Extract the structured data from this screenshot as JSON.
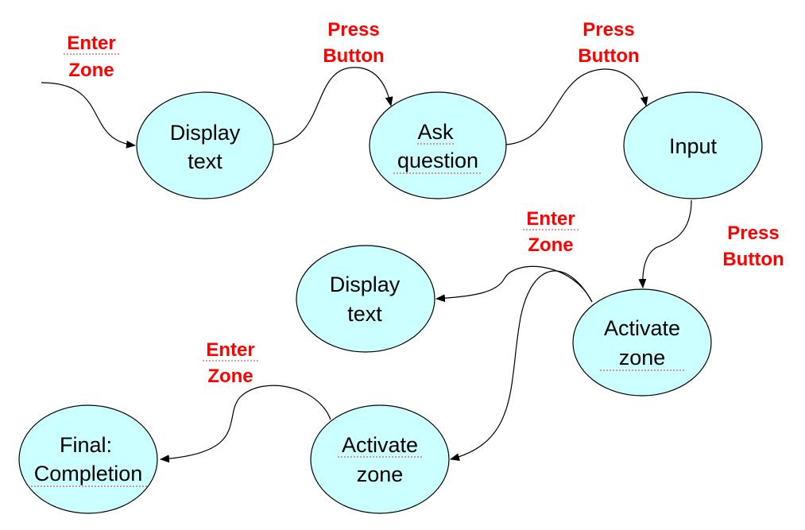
{
  "colors": {
    "node_fill": "#ccffff",
    "node_stroke": "#000000",
    "edge_label": "#ff0000",
    "edge_stroke": "#000000"
  },
  "nodes": {
    "display_text_1": {
      "line1": "Display",
      "line2": "text"
    },
    "ask_question": {
      "line1": "Ask",
      "line2": "question"
    },
    "input": {
      "line1": "Input"
    },
    "activate_zone_1": {
      "line1": "Activate",
      "line2": "zone"
    },
    "display_text_2": {
      "line1": "Display",
      "line2": "text"
    },
    "activate_zone_2": {
      "line1": "Activate",
      "line2": "zone"
    },
    "final_completion": {
      "line1": "Final:",
      "line2": "Completion"
    }
  },
  "edge_labels": {
    "start_enter_zone": {
      "line1": "Enter",
      "line2": "Zone"
    },
    "press_button_1": {
      "line1": "Press",
      "line2": "Button"
    },
    "press_button_2": {
      "line1": "Press",
      "line2": "Button"
    },
    "press_button_3": {
      "line1": "Press",
      "line2": "Button"
    },
    "enter_zone_2": {
      "line1": "Enter",
      "line2": "Zone"
    },
    "enter_zone_3": {
      "line1": "Enter",
      "line2": "Zone"
    }
  }
}
